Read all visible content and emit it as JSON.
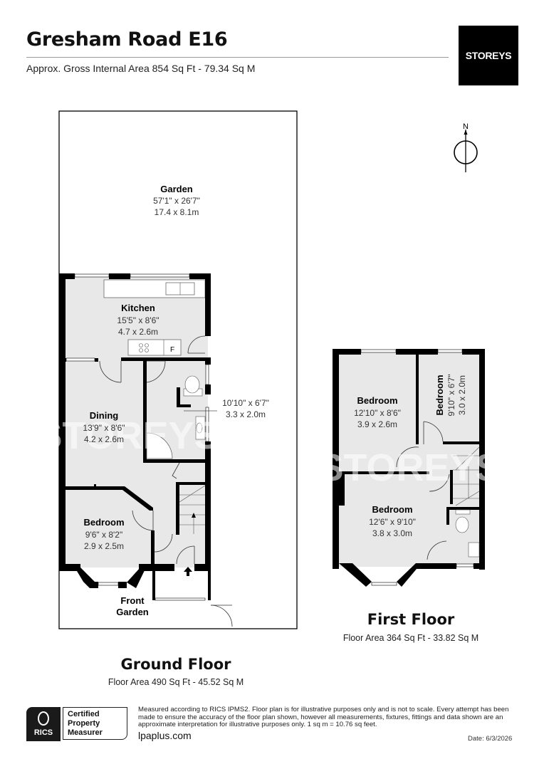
{
  "header": {
    "title": "Gresham Road E16",
    "subtitle": "Approx. Gross Internal Area 854 Sq Ft - 79.34 Sq M",
    "logo_text": "STOREYS"
  },
  "compass": {
    "label": "N"
  },
  "watermark": "STOREYS",
  "ground_floor": {
    "title": "Ground Floor",
    "area": "Floor Area 490 Sq Ft - 45.52 Sq M",
    "rooms": {
      "garden": {
        "name": "Garden",
        "dim_imperial": "57'1\" x 26'7\"",
        "dim_metric": "17.4 x 8.1m"
      },
      "kitchen": {
        "name": "Kitchen",
        "dim_imperial": "15'5\" x 8'6\"",
        "dim_metric": "4.7 x 2.6m"
      },
      "dining": {
        "name": "Dining",
        "dim_imperial": "13'9\" x 8'6\"",
        "dim_metric": "4.2 x 2.6m"
      },
      "bathroom": {
        "name": "",
        "dim_imperial": "10'10\" x 6'7\"",
        "dim_metric": "3.3 x 2.0m"
      },
      "bedroom": {
        "name": "Bedroom",
        "dim_imperial": "9'6\" x 8'2\"",
        "dim_metric": "2.9 x 2.5m"
      },
      "front_garden": {
        "name_line1": "Front",
        "name_line2": "Garden"
      },
      "fridge_label": "F"
    }
  },
  "first_floor": {
    "title": "First Floor",
    "area": "Floor Area 364 Sq Ft - 33.82 Sq M",
    "rooms": {
      "bedroom1": {
        "name": "Bedroom",
        "dim_imperial": "12'10\" x 8'6\"",
        "dim_metric": "3.9 x 2.6m"
      },
      "bedroom2": {
        "name": "Bedroom",
        "dim_imperial": "9'10\" x 6'7\"",
        "dim_metric": "3.0 x 2.0m"
      },
      "bedroom3": {
        "name": "Bedroom",
        "dim_imperial": "12'6\" x 9'10\"",
        "dim_metric": "3.8 x 3.0m"
      }
    }
  },
  "footer": {
    "rics_badge": {
      "org": "RICS",
      "line1": "Certified",
      "line2": "Property",
      "line3": "Measurer"
    },
    "disclaimer": "Measured according to RICS IPMS2. Floor plan is for illustrative purposes only and is not to scale. Every attempt has been made to ensure the accuracy of the floor plan shown, however all measurements, fixtures, fittings and data shown are an approximate interpretation for illustrative purposes only. 1 sq m = 10.76 sq feet.",
    "website": "lpaplus.com",
    "date": "Date: 6/3/2026"
  }
}
